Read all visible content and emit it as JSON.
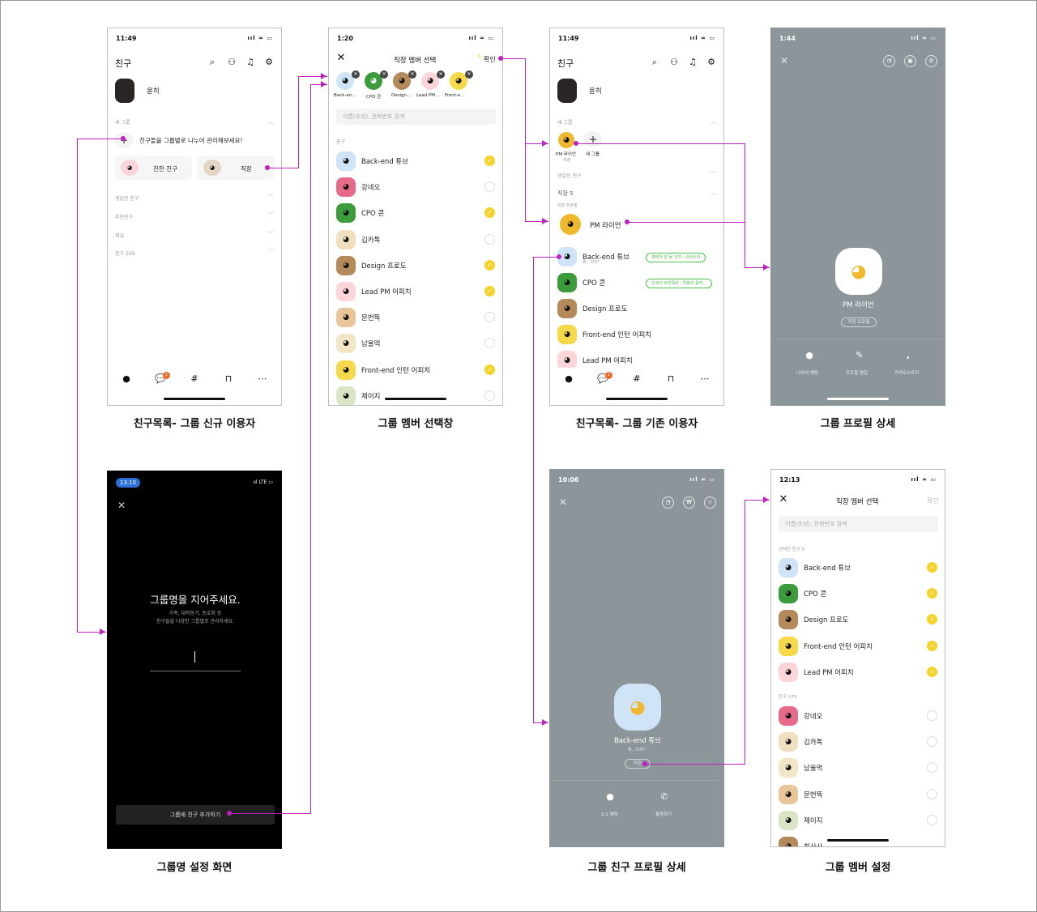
{
  "captions": {
    "s1": "친구목록- 그룹 신규 이용자",
    "s2": "그룹 멤버 선택창",
    "s3": "친구목록- 그룹 기존 이용자",
    "s4": "그룹 프로필 상세",
    "s5": "그룹명 설정 화면",
    "s6": "그룹 친구 프로필 상세",
    "s7": "그룹 멤버 설정"
  },
  "s1": {
    "time": "11:49",
    "status_right": "ııl ≈ ▭",
    "title": "친구",
    "profile_name": "윤히",
    "sec_new_group": "새 그룹",
    "add_hint": "친구들을 그룹별로 나누어 관리해보세요!",
    "group1": "친한 친구",
    "group2": "직장",
    "sections": [
      "생일인 친구",
      "추천친구",
      "채널",
      "친구 269"
    ],
    "badge": "1"
  },
  "s2": {
    "time": "1:20",
    "status_right": "ııl ≈ ▭",
    "title": "직장 멤버 선택",
    "confirm": "확인",
    "confirm_count": "5",
    "chips": [
      "Back-en…",
      "CPO 콘",
      "Design…",
      "Lead PM…",
      "Front-e…"
    ],
    "search_placeholder": "이름(초성), 전화번호 검색",
    "sec_friends": "친구",
    "rows": [
      {
        "name": "Back-end 튜브",
        "checked": true
      },
      {
        "name": "강네오",
        "checked": false
      },
      {
        "name": "CPO 콘",
        "checked": true
      },
      {
        "name": "김카톡",
        "checked": false
      },
      {
        "name": "Design 프로도",
        "checked": true
      },
      {
        "name": "Lead PM 어피치",
        "checked": true
      },
      {
        "name": "문번뜩",
        "checked": false
      },
      {
        "name": "남울먹",
        "checked": false
      },
      {
        "name": "Front-end 인턴 어피치",
        "checked": true
      },
      {
        "name": "제이지",
        "checked": false
      }
    ]
  },
  "s3": {
    "time": "11:49",
    "status_right": "ııl ≈ ▭",
    "title": "친구",
    "profile_name": "윤히",
    "sec_new_group": "새 그룹",
    "group_item": "PM 라이언",
    "group_item_sub": "직장",
    "new_group": "새 그룹",
    "sec_birthday": "생일인 친구",
    "sec_work": "직장 5",
    "sec_work_profile": "직장 프로필",
    "work_profile_name": "PM 라이언",
    "rows": [
      {
        "name": "Back-end 튜브",
        "sub": "배…되자?",
        "pill": "괜찮아 잘 될 거야 - 슈퍼스타"
      },
      {
        "name": "CPO 콘",
        "sub": "",
        "pill": "인생의 회전목마 - 하울의 움직…"
      },
      {
        "name": "Design 프로도",
        "sub": "",
        "pill": ""
      },
      {
        "name": "Front-end 인턴 어피치",
        "sub": "",
        "pill": ""
      },
      {
        "name": "Lead PM 어피치",
        "sub": "",
        "pill": ""
      }
    ],
    "badge": "1"
  },
  "s4": {
    "time": "1:44",
    "status_right": "ııl ≈ ▭",
    "name": "PM 라이언",
    "tag": "직장 프로필",
    "actions": [
      "나와의 채팅",
      "프로필 편집",
      "카카오스토리"
    ]
  },
  "s5": {
    "time": "13:10",
    "status_right": "ııl LTE ▭",
    "title": "그룹명을 지어주세요.",
    "desc1": "가족, 대학동기, 동호회 등",
    "desc2": "친구들을 다양한 그룹별로 관리하세요.",
    "button": "그룹에 친구 추가하기"
  },
  "s6": {
    "time": "10:06",
    "status_right": "ııl ≈ ▭",
    "name": "Back-end 튜브",
    "sub": "배…되자?",
    "tag": "직장",
    "actions": [
      "1:1 채팅",
      "통화하기"
    ]
  },
  "s7": {
    "time": "12:13",
    "status_right": "ııl ≈ ▭",
    "title": "직장 멤버 선택",
    "confirm": "확인",
    "search_placeholder": "이름(초성), 전화번호 검색",
    "sec_selected": "선택한 친구 5",
    "selected": [
      "Back-end 튜브",
      "CPO 콘",
      "Design 프로도",
      "Front-end 인턴 어피치",
      "Lead PM 어피치"
    ],
    "sec_friends": "친구 275",
    "friends": [
      "강네오",
      "김카톡",
      "남울먹",
      "문번뜩",
      "제이지",
      "최사사"
    ]
  },
  "colors": {
    "accent": "#c020c0",
    "check": "#f6d32a",
    "profile_bg": "#8c9599",
    "green": "#4bbf4b"
  }
}
